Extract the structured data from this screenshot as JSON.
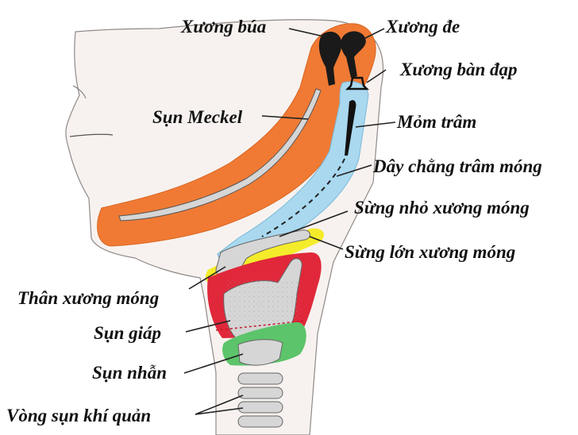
{
  "labels": {
    "malleus": "Xương búa",
    "incus": "Xương đe",
    "stapes": "Xương bàn đạp",
    "meckel": "Sụn Meckel",
    "styloid": "Mỏm trâm",
    "stylohyoid_ligament": "Dây chằng trâm móng",
    "lesser_horn": "Sừng nhỏ xương móng",
    "greater_horn": "Sừng lớn xương móng",
    "hyoid_body": "Thân xương móng",
    "thyroid": "Sụn giáp",
    "cricoid": "Sụn nhẫn",
    "tracheal_rings": "Vòng sụn khí quản"
  },
  "colors": {
    "first_arch": "#f07a34",
    "second_arch": "#a9d8ef",
    "third_arch": "#f4ec2a",
    "fourth_arch": "#e0283a",
    "sixth_arch": "#5cc46a",
    "cartilage": "#d6d6d6",
    "skin": "#f7f2ef"
  }
}
